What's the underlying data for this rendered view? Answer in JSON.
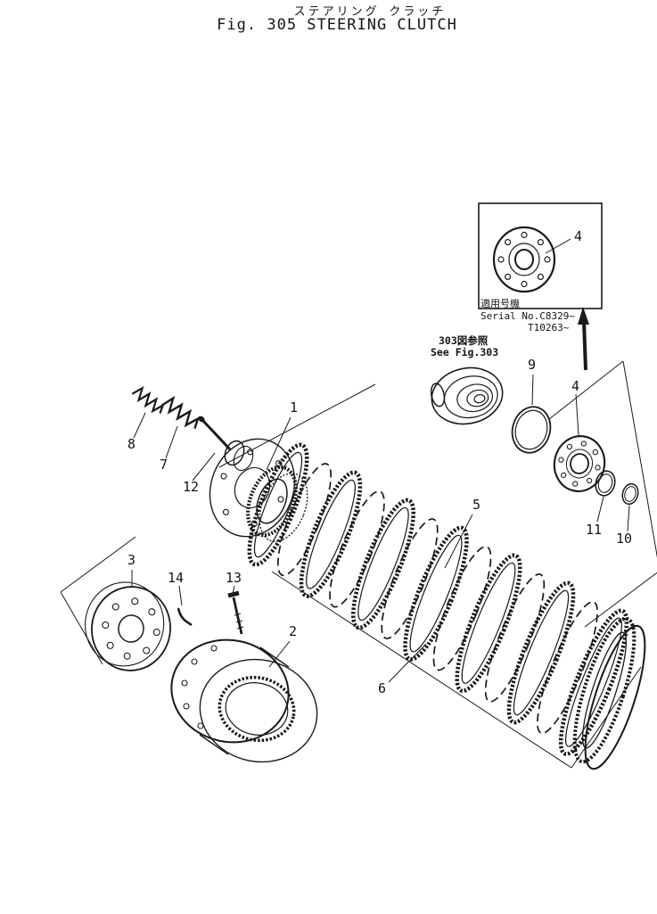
{
  "header": {
    "title_jp": "ステアリング  クラッチ",
    "title_en": "Fig. 305  STEERING  CLUTCH"
  },
  "inset": {
    "applicability_jp": "適用号機",
    "serial_line1": "Serial No.C8329~",
    "serial_line2": "T10263~"
  },
  "reference": {
    "jp": "303図参照",
    "en": "See Fig.303"
  },
  "parts": {
    "n1": "1",
    "n2": "2",
    "n3": "3",
    "n4": "4",
    "n4_inset": "4",
    "n5": "5",
    "n6": "6",
    "n7": "7",
    "n8": "8",
    "n9": "9",
    "n10": "10",
    "n11": "11",
    "n12": "12",
    "n13": "13",
    "n14": "14"
  }
}
